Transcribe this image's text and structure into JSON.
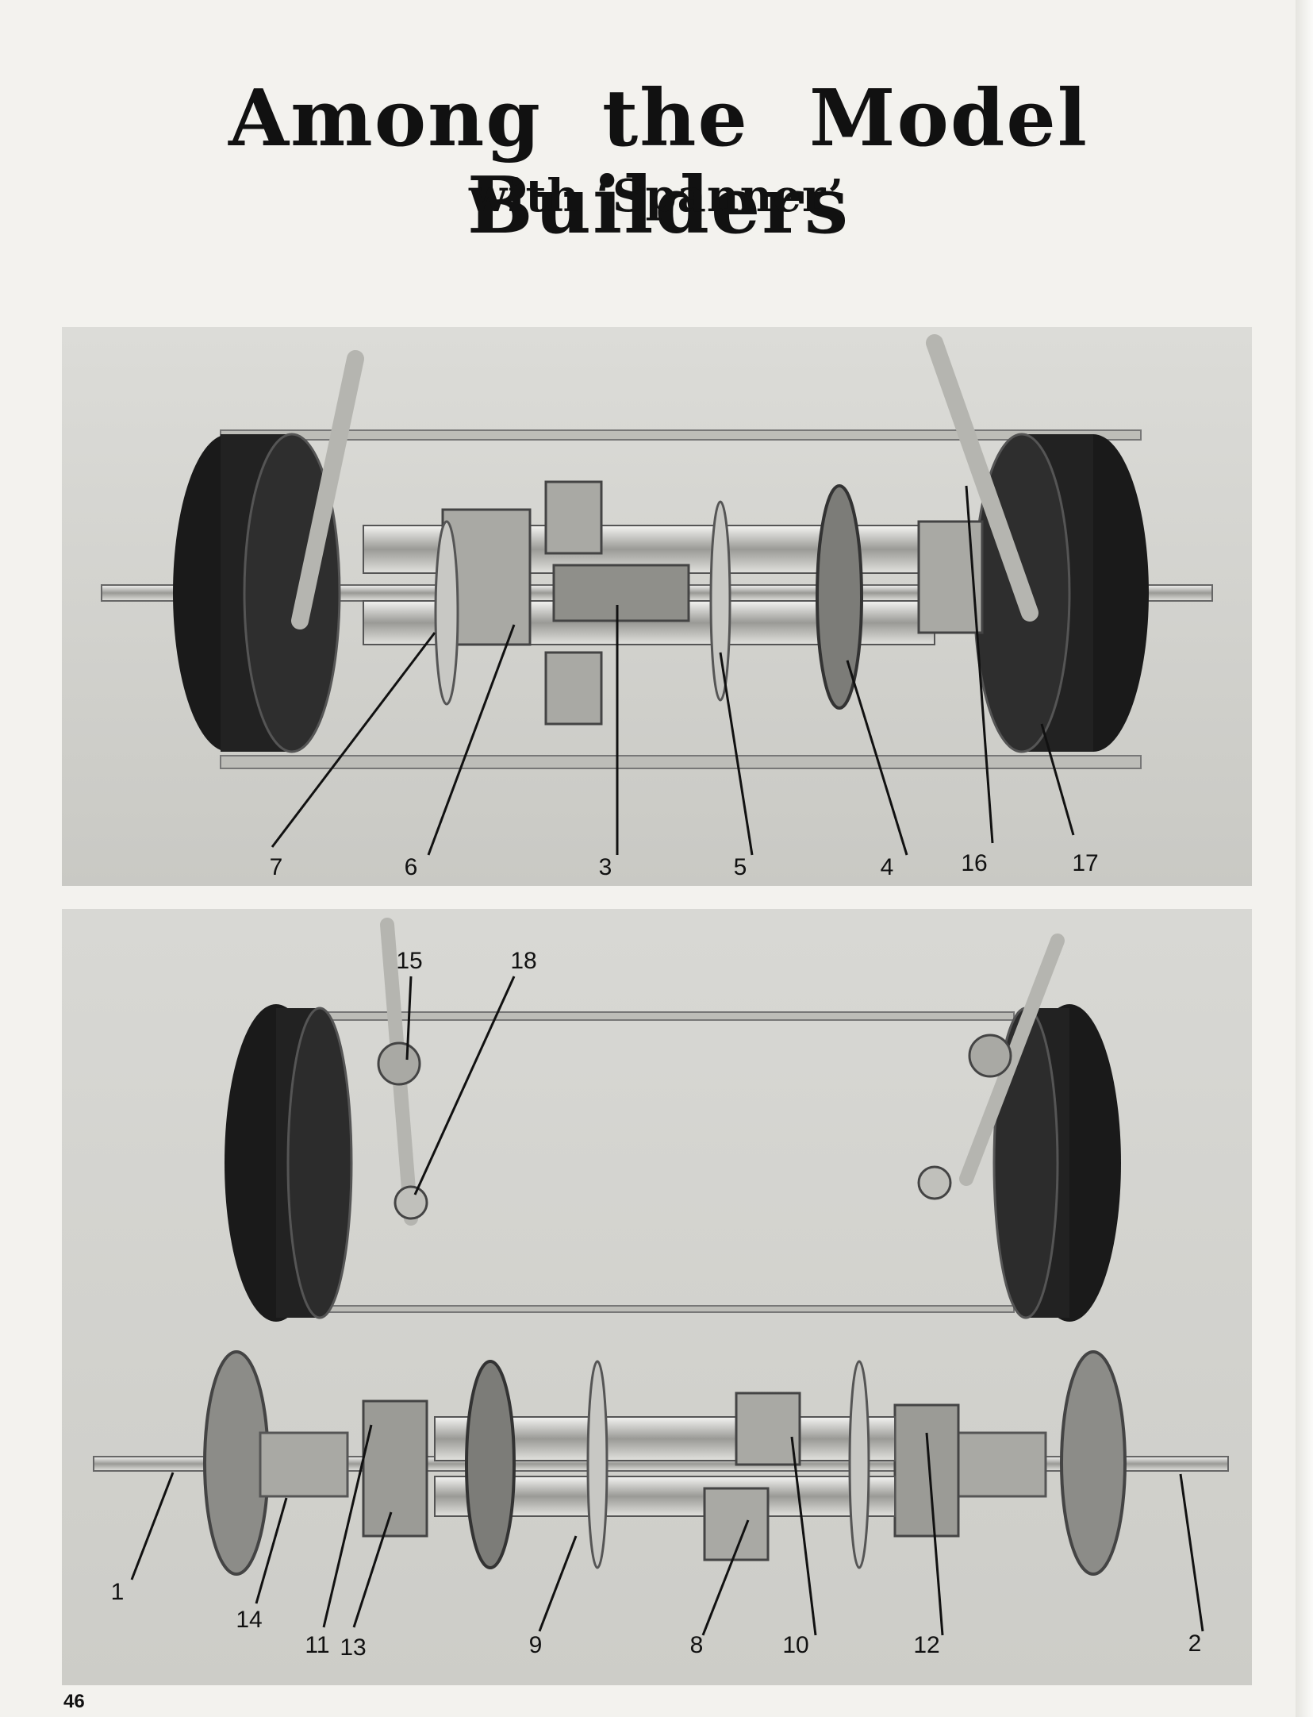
{
  "header": {
    "title": "Among the Model Builders",
    "subtitle": "with ‘Spanner’"
  },
  "figures": {
    "top": {
      "callouts": [
        "7",
        "6",
        "3",
        "5",
        "4",
        "16",
        "17"
      ]
    },
    "bottom": {
      "callouts": [
        "15",
        "18",
        "1",
        "14",
        "11",
        "13",
        "9",
        "8",
        "10",
        "12",
        "2"
      ]
    }
  },
  "footer": {
    "page_number": "46"
  }
}
